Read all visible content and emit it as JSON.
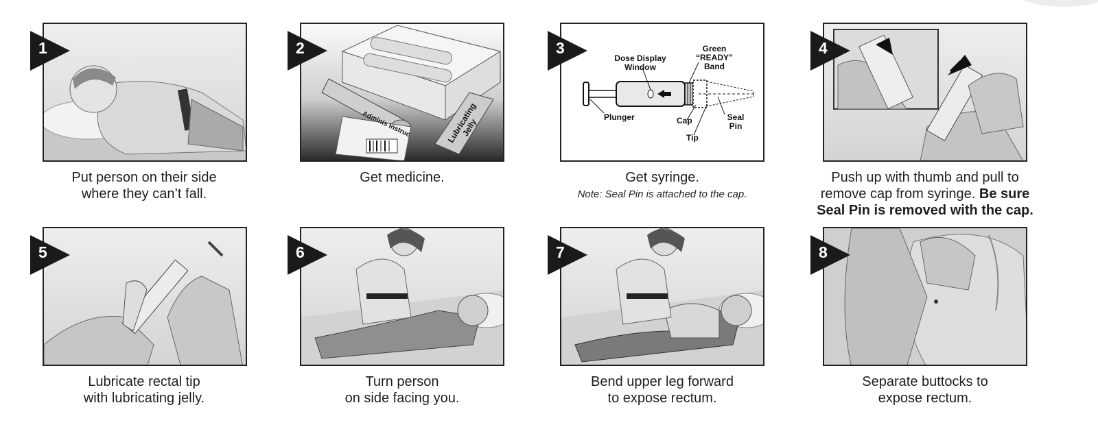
{
  "steps": [
    {
      "number": "1",
      "caption_line1": "Put person on their side",
      "caption_line2": "where they can’t fall."
    },
    {
      "number": "2",
      "caption_line1": "Get medicine.",
      "packet_text": "Lubricating Jelly",
      "card_text": "Adminis Instruc"
    },
    {
      "number": "3",
      "caption_line1": "Get syringe.",
      "note": "Note: Seal Pin is attached to the cap.",
      "labels": {
        "dose_display": "Dose Display Window",
        "green_band": "Green “READY” Band",
        "plunger": "Plunger",
        "cap": "Cap",
        "tip": "Tip",
        "seal_pin": "Seal Pin"
      }
    },
    {
      "number": "4",
      "caption_line1": "Push up with thumb and pull to",
      "caption_line2": "remove cap from syringe.",
      "caption_bold_a": "Be sure",
      "caption_bold_b": "Seal Pin is removed with the cap."
    },
    {
      "number": "5",
      "caption_line1": "Lubricate rectal tip",
      "caption_line2": "with lubricating jelly."
    },
    {
      "number": "6",
      "caption_line1": "Turn person",
      "caption_line2": "on side facing you."
    },
    {
      "number": "7",
      "caption_line1": "Bend upper leg forward",
      "caption_line2": "to expose rectum."
    },
    {
      "number": "8",
      "caption_line1": "Separate buttocks to",
      "caption_line2": "expose rectum."
    }
  ],
  "colors": {
    "badge": "#1a1a1a",
    "panel_border": "#222222",
    "art_gray": "#bdbdbd"
  }
}
